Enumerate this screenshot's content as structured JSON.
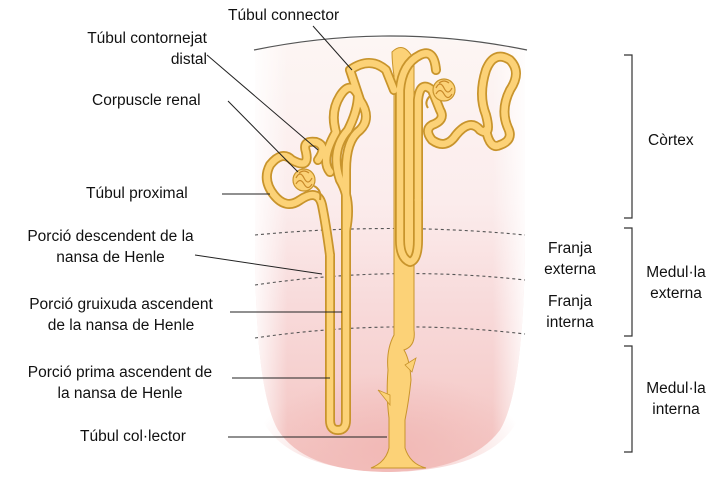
{
  "labels": {
    "tubul_connector": "Túbul connector",
    "tubul_contornejat_1": "Túbul contornejat",
    "tubul_contornejat_2": "distal",
    "corpuscle_renal": "Corpuscle renal",
    "tubul_proximal": "Túbul proximal",
    "porcio_descendent_1": "Porció descendent de la",
    "porcio_descendent_2": "nansa de Henle",
    "porcio_gruixuda_1": "Porció gruixuda ascendent",
    "porcio_gruixuda_2": "de la nansa de Henle",
    "porcio_prima_1": "Porció prima ascendent de",
    "porcio_prima_2": "la nansa de Henle",
    "tubul_collector": "Túbul col·lector"
  },
  "zones": {
    "cortex": "Còrtex",
    "franja_externa_1": "Franja",
    "franja_externa_2": "externa",
    "franja_interna_1": "Franja",
    "franja_interna_2": "interna",
    "medulla_externa_1": "Medul·la",
    "medulla_externa_2": "externa",
    "medulla_interna_1": "Medul·la",
    "medulla_interna_2": "interna"
  },
  "colors": {
    "tubule_fill": "#fcd277",
    "tubule_outline": "#c8942c",
    "cortex_tint": "#fbecec",
    "medulla_tint": "#f5c6c3",
    "boundary_line": "#333333"
  },
  "icons": {
    "glomerulus": "glomerulus-tuft-icon"
  }
}
